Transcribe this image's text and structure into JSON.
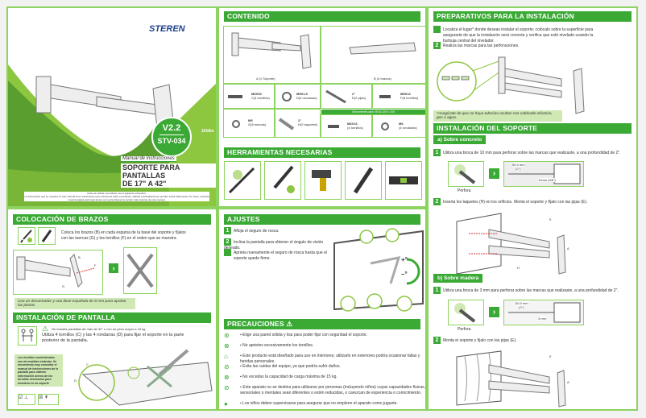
{
  "cover": {
    "brand": "STEREN",
    "version": "V2.2",
    "model": "STV-034",
    "code": "1018m",
    "manual_label": "Manual de instrucciones",
    "title_line1": "SOPORTE PARA PANTALLAS",
    "title_line2": "DE 17\" A 42\"",
    "disclaimer1": "Antes de utilizar el producto, lee el siguiente instructivo.",
    "disclaimer2": "La información que se muestra en este manual sirve únicamente como referencia sobre el producto. Debido a actualizaciones pueden existir diferencias. Por favor, consulta nuestra página web www.steren.com para obtener la versión más reciente de este manual."
  },
  "contenido": {
    "title": "CONTENIDO",
    "items": [
      {
        "label": "A",
        "desc": "(1 Soporte)"
      },
      {
        "label": "B",
        "desc": "(4 brazos)"
      },
      {
        "spec": "M6X30",
        "label": "C",
        "desc": "(4 tornillos)"
      },
      {
        "spec": "M5X1.5",
        "label": "D",
        "desc": "(4 rondanas)"
      },
      {
        "spec": "2\"",
        "label": "E",
        "desc": "(2 pijas)"
      },
      {
        "spec": "M5X10",
        "label": "F",
        "desc": "(8 tornillos)"
      },
      {
        "spec": "M5",
        "label": "G",
        "desc": "(8 tuercas)"
      },
      {
        "spec": "2\"",
        "label": "H",
        "desc": "(2 taquetes)"
      },
      {
        "spec": "M6X16",
        "label": "",
        "desc": "(4 tornillos)"
      },
      {
        "spec": "M6",
        "label": "",
        "desc": "(4 rondanas)"
      }
    ],
    "vesa_note": "Únicamente para VESA 200 x 200"
  },
  "herramientas": {
    "title": "HERRAMIENTAS NECESARIAS"
  },
  "colocacion": {
    "title": "COLOCACIÓN DE BRAZOS",
    "text": "Coloca los brazos (B) en cada esquina de la base del soporte y fíjalos con las tuercas (G) y los tornillos (F) en el orden que se muestra.",
    "callouts": [
      "B",
      "F",
      "G"
    ],
    "note": "Usa un desarmador y una llave española de 8 mm para apretar las piezas"
  },
  "pantalla": {
    "title": "INSTALACIÓN DE PANTALLA",
    "warning": "No instales pantallas de más de 42\" o con un peso mayor a 15 kg",
    "text": "Utiliza 4 tornillos (C) y las 4 rondanas (D) para fijar el soporte en la parte posterior de la pantalla.",
    "note": "Los tornillos suministrados son de medidas estándar. Se recomienda muy consultar el manual de instrucciones de la pantalla para obtener información acerca de los tornillos necesarios para montarla en un soporte",
    "callouts": [
      "C",
      "D"
    ]
  },
  "ajustes": {
    "title": "AJUSTES",
    "steps": [
      "Afloja el seguro de rosca.",
      "Inclina la pantalla para obtener el ángulo de visión deseado.",
      "Aprieta nuevamente el seguro de rosca hasta que el soporte quede firme."
    ],
    "plus": "+°",
    "minus": "–°"
  },
  "precauciones": {
    "title": "PRECAUCIONES",
    "items": [
      "Elige una pared sólida y lisa para poder fijar con seguridad el soporte.",
      "No aprietes excesivamente los tornillos.",
      "Este producto está diseñado para uso en interiores; utilizarlo en exteriores podría ocasionar fallas y heridas personales.",
      "Evita las caídas del equipo, ya que podría sufrir daños.",
      "No excedas la capacidad de carga máxima de 15 kg.",
      "Este aparato no se destina para utilizarse por personas (incluyendo niños) cuyas capacidades físicas, sensoriales o mentales sean diferentes o estén reducidas, o carezcan de experiencia o conocimiento.",
      "Los niños deben supervisarse para asegurar que no empleen el aparato como juguete."
    ]
  },
  "preparativos": {
    "title": "PREPARATIVOS PARA LA INSTALACIÓN",
    "steps": [
      "Localiza el lugar* donde deseas instalar el soporte; colócalo sobre la superficie para asegurarte de que la instalación será correcta y verifica que esté nivelado usando la burbuja central del nivelador.",
      "Realiza las marcas para las perforaciones."
    ],
    "note": "*Asegúrate de que no haya tuberías ocultas con cableado eléctrico, gas o agua."
  },
  "instalacion": {
    "title": "INSTALACIÓN DEL SOPORTE",
    "concreto": {
      "title": "a) Sobre concreto",
      "step1": "Utiliza una broca de 10 mm para perforar sobre las marcas que realizaste, a una profundidad de 2\".",
      "perfora": "Perfora",
      "depth_mm": "50,9 mm",
      "depth_in": "(2\")",
      "bit": "10mm (3/8\")",
      "step2": "Inserta los taquetes (H) en los orificios. Monta el soporte y fíjalo con las pijas (E).",
      "callouts": [
        "E",
        "H",
        "A"
      ]
    },
    "madera": {
      "title": "b) Sobre madera",
      "step1": "Utiliza una broca de 3 mm para perforar sobre las marcas que realizaste, a una profundidad de 2\".",
      "perfora": "Perfora",
      "depth_mm": "50,9 mm",
      "depth_in": "(2\")",
      "bit": "3 mm",
      "step2": "Monta el soporte y fíjalo con las pijas (E).",
      "callouts": [
        "E",
        "A"
      ]
    }
  }
}
